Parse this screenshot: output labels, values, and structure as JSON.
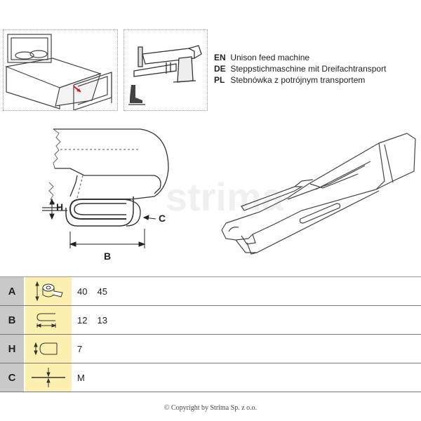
{
  "languages": [
    {
      "code": "EN",
      "text": "Unison feed machine"
    },
    {
      "code": "DE",
      "text": "Steppstichmaschine mit Dreifachtransport"
    },
    {
      "code": "PL",
      "text": "Stebnówka z potrójnym transportem"
    }
  ],
  "dimensions": {
    "H": "H",
    "B": "B",
    "C": "C"
  },
  "watermark": "strima",
  "table": {
    "rows": [
      {
        "letter": "A",
        "icon": "tape-roll-width-icon",
        "values": [
          "40",
          "45"
        ]
      },
      {
        "letter": "B",
        "icon": "folded-width-icon",
        "values": [
          "12",
          "13"
        ]
      },
      {
        "letter": "H",
        "icon": "folded-height-icon",
        "values": [
          "7"
        ]
      },
      {
        "letter": "C",
        "icon": "material-thickness-icon",
        "values": [
          "M"
        ]
      }
    ]
  },
  "copyright": "© Copyright by Strima Sp. z o.o."
}
